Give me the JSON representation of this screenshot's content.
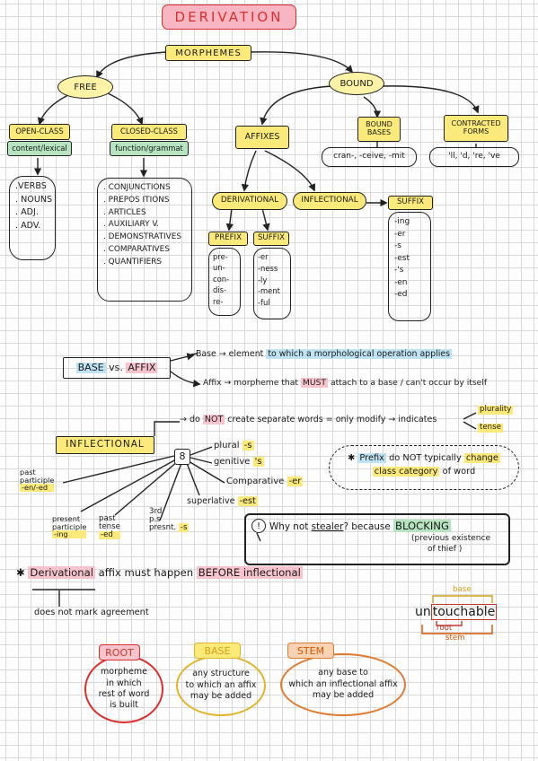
{
  "title": "DERIVATION",
  "root": "MORPHEMES",
  "free": {
    "label": "FREE",
    "open": {
      "label": "OPEN-CLASS",
      "sub": "content/lexical",
      "items": [
        ".VERBS",
        ". NOUNS",
        ". ADJ.",
        ". ADV."
      ]
    },
    "closed": {
      "label": "CLOSED-CLASS",
      "sub": "function/grammat",
      "items": [
        ". CONJUNCTIONS",
        ". PREPOS ITIONS",
        ". ARTICLES",
        ". AUXILIARY V.",
        ". DEMONSTRATIVES",
        ". COMPARATIVES",
        ". QUANTIFIERS"
      ]
    }
  },
  "bound": {
    "label": "BOUND",
    "affixes": "AFFIXES",
    "bases": {
      "label": "BOUND BASES",
      "examples": "cran-, -ceive, -mit"
    },
    "contracted": {
      "label": "CONTRACTED FORMS",
      "examples": "'ll, 'd, 're, 've"
    },
    "derivational": "DERIVATIONAL",
    "inflectional": "INFLECTIONAL",
    "prefix": {
      "label": "PREFIX",
      "items": [
        "pre-",
        "un-",
        "con-",
        "dis-",
        "re-"
      ]
    },
    "suffix": {
      "label": "SUFFIX",
      "items": [
        "-er",
        "-ness",
        "-ly",
        "-ment",
        "-ful"
      ]
    },
    "infl_suffix": {
      "label": "SUFFIX",
      "items": [
        "-ing",
        "-er",
        "-s",
        "-est",
        "-'s",
        "-en",
        "-ed"
      ]
    }
  },
  "base_vs_affix": {
    "label_a": "BASE",
    "vs": "vs.",
    "label_b": "AFFIX",
    "base_def": {
      "lead": "Base →",
      "a": "element",
      "b": "to which a morphological operation applies"
    },
    "affix_def": {
      "lead": "Affix →",
      "a": "morpheme that",
      "must": "MUST",
      "b": "attach to a base / can't occur by itself"
    }
  },
  "inflectional": {
    "label": "INFLECTIONAL",
    "note": {
      "lead": "→ do",
      "not": "NOT",
      "a": "create separate words = only modify → indicates",
      "b1": "plurality",
      "b2": "tense"
    },
    "count": "8",
    "items": {
      "plural": {
        "a": "plural",
        "b": "-s"
      },
      "genitive": {
        "a": "genitive",
        "b": "'s"
      },
      "comparative": {
        "a": "Comparative",
        "b": "-er"
      },
      "superlative": {
        "a": "superlative",
        "b": "-est"
      },
      "pres3": {
        "a": "3rd",
        "b": "p.s",
        "c": "presnt.",
        "d": "-s"
      },
      "past_tense": {
        "a": "past",
        "b": "tense",
        "c": "-ed"
      },
      "pres_part": {
        "a": "present",
        "b": "participle",
        "c": "-ing"
      },
      "past_part": {
        "a": "past",
        "b": "participle",
        "c": "-en/-ed"
      }
    }
  },
  "prefix_note": {
    "star": "✱",
    "a": "Prefix",
    "b": "do NOT typically",
    "c": "change",
    "d": "class category",
    "e": "of word"
  },
  "blocking": {
    "bang": "!",
    "a": "Why not",
    "b": "stealer",
    "c": "? because",
    "d": "BLOCKING",
    "e": "(previous existence",
    "f": "of thief )"
  },
  "order_rule": {
    "star": "✱",
    "a": "Derivational",
    "b": "affix must happen",
    "c": "BEFORE inflectional"
  },
  "agreement": "does not mark agreement",
  "untouchable": {
    "word_a": "un",
    "word_b": "touchable",
    "base": "base",
    "root": "root",
    "stem": "stem"
  },
  "defs": {
    "root": {
      "label": "ROOT",
      "lines": [
        "morpheme",
        "in which",
        "rest of word",
        "is built"
      ]
    },
    "base": {
      "label": "BASE",
      "lines": [
        "any structure",
        "to which an affix",
        "may be added"
      ]
    },
    "stem": {
      "label": "STEM",
      "lines": [
        "any base to",
        "which an inflectional affix",
        "may be added"
      ]
    }
  }
}
